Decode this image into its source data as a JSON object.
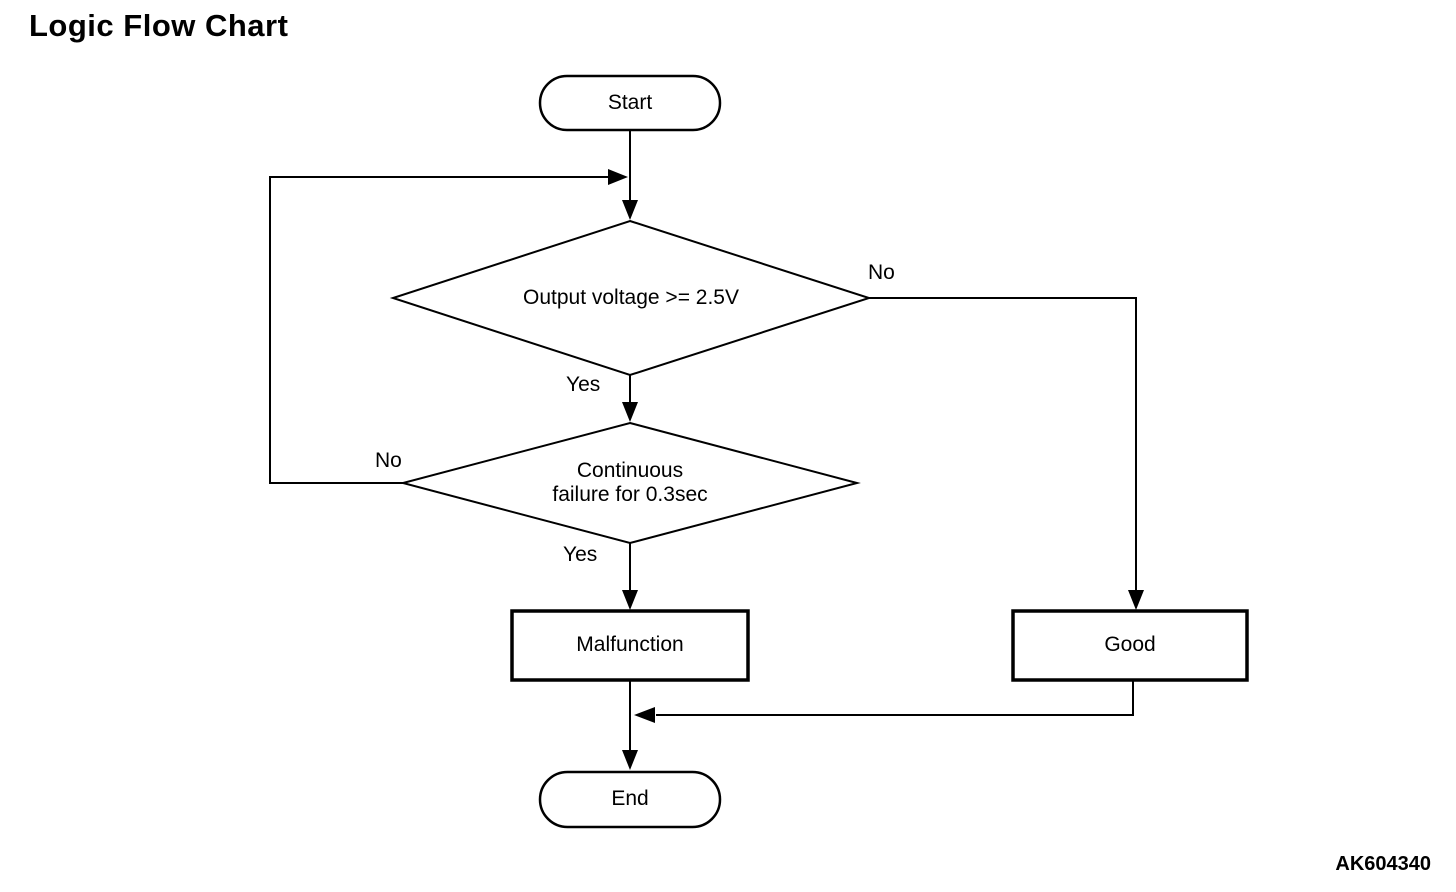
{
  "page": {
    "title": "Logic Flow Chart",
    "figure_code": "AK604340"
  },
  "flowchart": {
    "nodes": {
      "start": {
        "type": "terminator",
        "label": "Start"
      },
      "decision_voltage": {
        "type": "decision",
        "label": "Output voltage >= 2.5V"
      },
      "decision_failure": {
        "type": "decision",
        "label_line1": "Continuous",
        "label_line2": "failure for 0.3sec"
      },
      "malfunction": {
        "type": "process",
        "label": "Malfunction"
      },
      "good": {
        "type": "process",
        "label": "Good"
      },
      "end": {
        "type": "terminator",
        "label": "End"
      }
    },
    "edge_labels": {
      "voltage_yes": "Yes",
      "voltage_no": "No",
      "failure_yes": "Yes",
      "failure_no": "No"
    },
    "colors": {
      "line": "#000000",
      "background": "#ffffff"
    }
  }
}
